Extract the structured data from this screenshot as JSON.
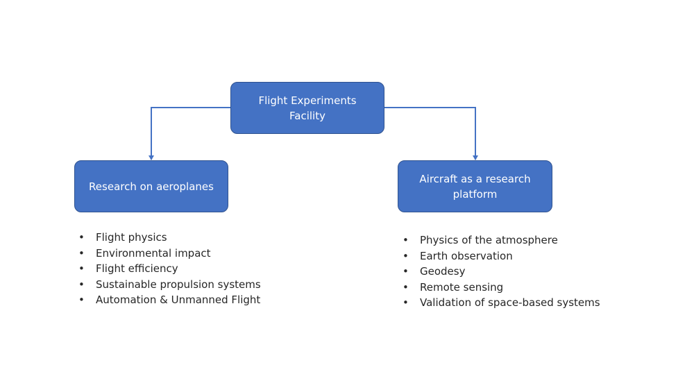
{
  "nodes": {
    "root": {
      "label": "Flight Experiments Facility"
    },
    "left": {
      "label": "Research on aeroplanes"
    },
    "right": {
      "label": "Aircraft as a research platform"
    }
  },
  "lists": {
    "left": [
      "Flight physics",
      "Environmental impact",
      "Flight efficiency",
      "Sustainable propulsion systems",
      "Automation & Unmanned Flight"
    ],
    "right": [
      "Physics of the atmosphere",
      "Earth observation",
      "Geodesy",
      "Remote sensing",
      "Validation of space-based systems"
    ]
  },
  "colors": {
    "node_fill": "#4472c4",
    "node_border": "#2f528f",
    "connector": "#4472c4",
    "node_text": "#ffffff",
    "list_text": "#262626"
  }
}
